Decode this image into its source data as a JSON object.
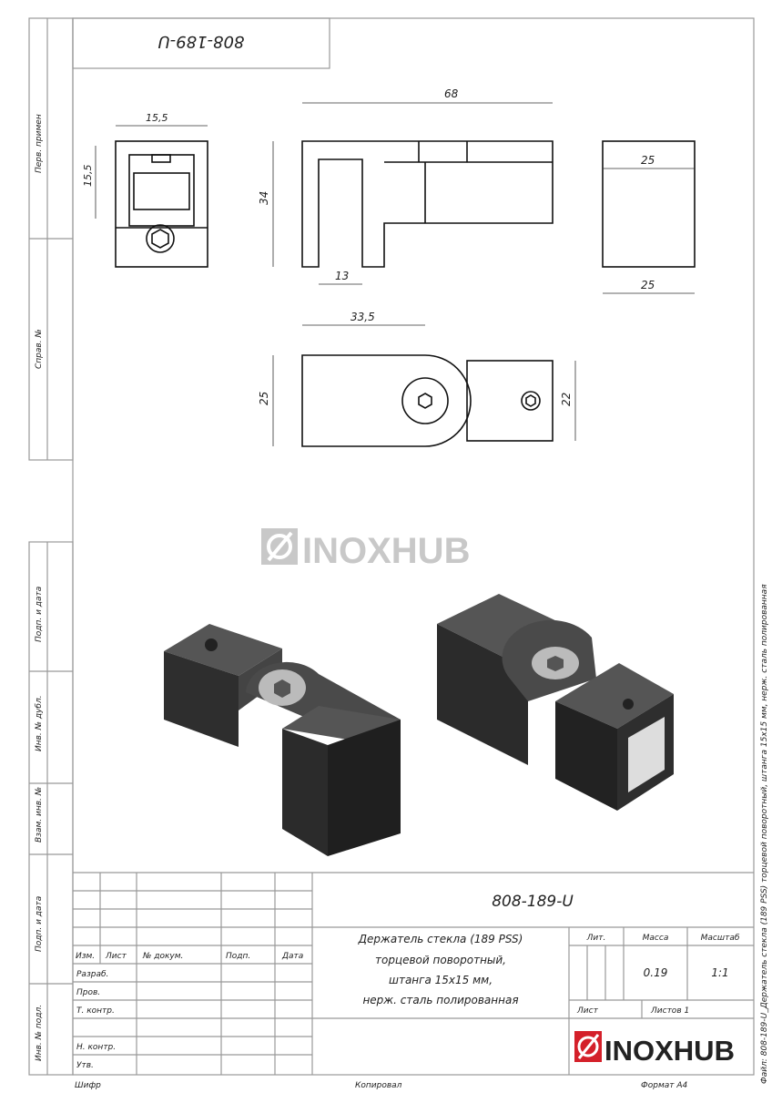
{
  "drawing_number": "808-189-U",
  "side_labels": [
    "Перв. примен",
    "Справ. №",
    "Подп. и дата",
    "Инв. № дубл.",
    "Взам. инв. №",
    "Подп. и дата",
    "Инв. № подл."
  ],
  "dimensions": {
    "front_width": "15,5",
    "front_height": "15,5",
    "side_length": "68",
    "side_height": "34",
    "side_slot": "13",
    "end_top": "25",
    "end_bottom": "25",
    "top_length": "33,5",
    "top_height": "25",
    "top_right_height": "22"
  },
  "watermark": "INOXHUB",
  "title_block": {
    "headers": {
      "izm": "Изм.",
      "list": "Лист",
      "doc": "№ докум.",
      "sign": "Подп.",
      "date": "Дата"
    },
    "roles": [
      "Разраб.",
      "Пров.",
      "Т. контр.",
      "",
      "Н. контр.",
      "Утв."
    ],
    "code": "808-189-U",
    "description": [
      "Держатель стекла (189 PSS)",
      "торцевой поворотный,",
      "штанга 15х15 мм,",
      "нерж. сталь полированная"
    ],
    "lit_label": "Лит.",
    "mass_label": "Масса",
    "scale_label": "Масштаб",
    "mass": "0.19",
    "scale": "1:1",
    "sheet_label": "Лист",
    "sheets_label": "Листов 1",
    "logo": "INOXHUB",
    "cipher": "Шифр",
    "copied": "Копировал",
    "format": "Формат А4"
  },
  "file_caption": "Файл: 808-189-U_Держатель стекла (189 PSS) торцевой поворотный, штанга 15х15 мм, нерж. сталь полированная",
  "colors": {
    "logo_red": "#d4202a",
    "frame": "#999999",
    "watermark": "#c8c8c8"
  }
}
